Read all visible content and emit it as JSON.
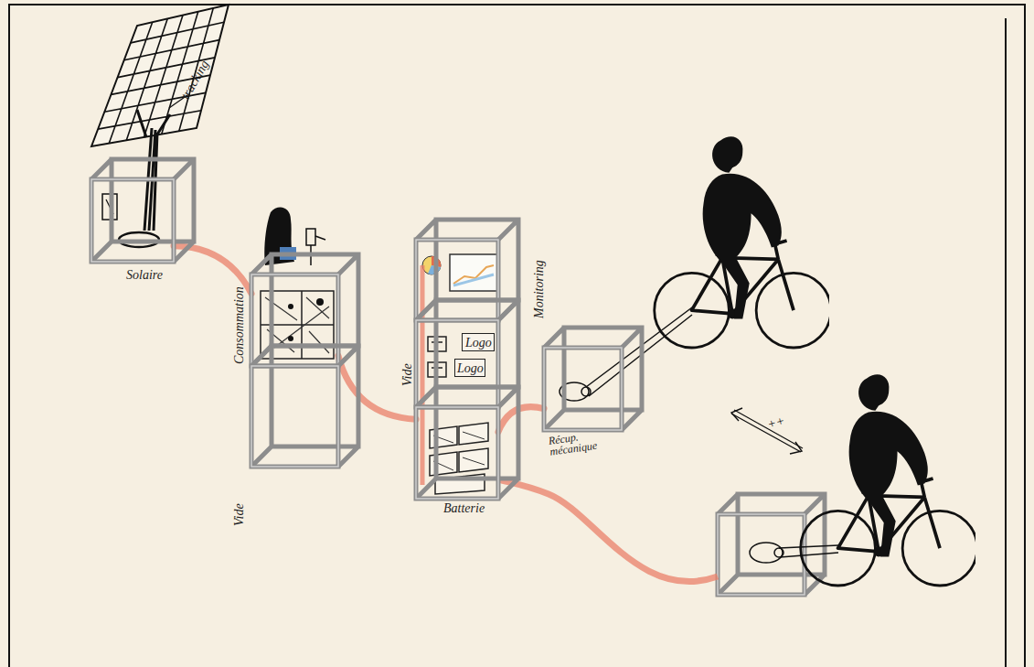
{
  "diagram": {
    "nodes": [
      {
        "text": [
          "Solaire"
        ]
      },
      {
        "text": [
          "Consommation"
        ]
      },
      {
        "text": [
          "Vide"
        ]
      },
      {
        "text": [
          "Monitoring"
        ]
      },
      {
        "text": [
          "Vide"
        ]
      },
      {
        "text": [
          "Logo"
        ],
        "in": 4
      },
      {
        "text": [
          "Logo"
        ],
        "in": 4
      },
      {
        "text": [
          "Batterie"
        ]
      },
      {
        "text": [
          "Récup. mécanique"
        ]
      }
    ],
    "edges": [
      {
        "from": 0,
        "to": 1,
        "arrow": "none"
      },
      {
        "from": 1,
        "to": 7,
        "arrow": "none"
      },
      {
        "from": 8,
        "to": 7,
        "arrow": "none"
      }
    ],
    "labels": [
      "tracking",
      "++"
    ]
  }
}
